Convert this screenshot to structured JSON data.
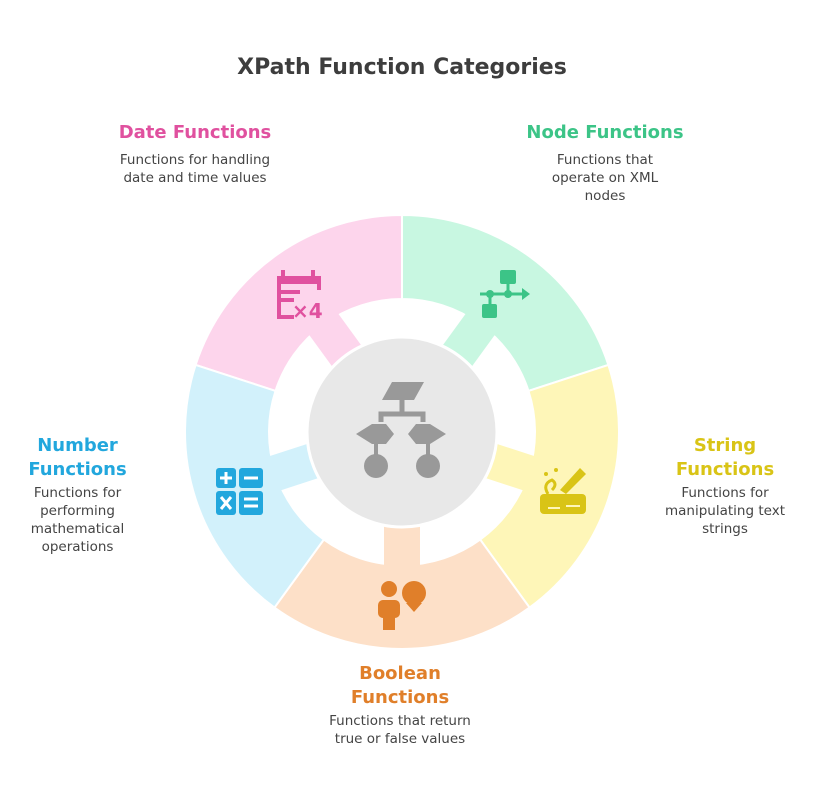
{
  "title": "XPath Function Categories",
  "categories": [
    {
      "name": "Date Functions",
      "desc": "Functions for handling date and time values",
      "color": "#e0519f",
      "fill": "#fdd5ec",
      "icon": "calendar-icon"
    },
    {
      "name": "Node Functions",
      "desc": "Functions that operate on XML nodes",
      "color": "#3cc487",
      "fill": "#c8f7e1",
      "icon": "flowchart-nodes-icon"
    },
    {
      "name": "String Functions",
      "desc": "Functions for manipulating text strings",
      "color": "#d9c416",
      "fill": "#fef6b8",
      "icon": "text-edit-icon"
    },
    {
      "name": "Boolean Functions",
      "desc": "Functions that return true or false values",
      "color": "#e07f2a",
      "fill": "#fde0c8",
      "icon": "person-idea-icon"
    },
    {
      "name": "Number Functions",
      "desc": "Functions for performing mathematical operations",
      "color": "#22a7dd",
      "fill": "#d2f1fb",
      "icon": "calculator-icon"
    }
  ],
  "center": {
    "icon": "decision-tree-icon",
    "fill": "#e8e8e8",
    "color": "#999999"
  }
}
